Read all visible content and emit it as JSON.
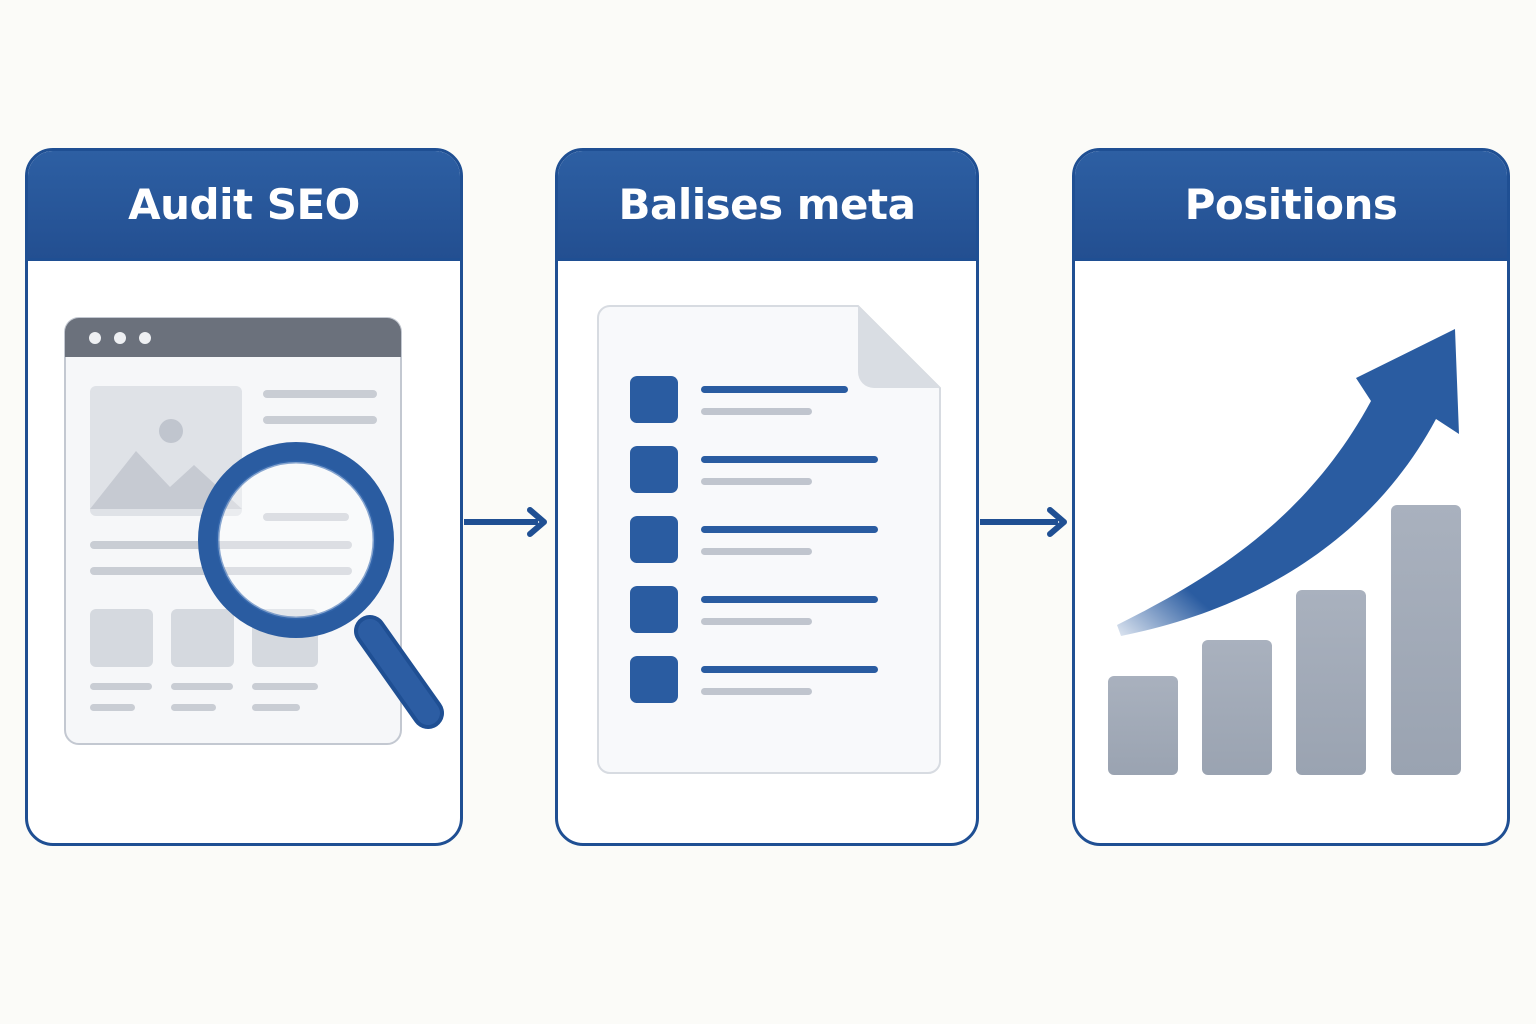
{
  "steps": [
    {
      "title": "Audit SEO",
      "icon": "browser-magnifier-icon"
    },
    {
      "title": "Balises meta",
      "icon": "document-checklist-icon"
    },
    {
      "title": "Positions",
      "icon": "rising-bar-chart-icon"
    }
  ],
  "colors": {
    "brand_blue": "#2a5ca1",
    "border_blue": "#1f4f93",
    "grey_bar": "#a3abb9",
    "background": "#fbfbf8"
  }
}
